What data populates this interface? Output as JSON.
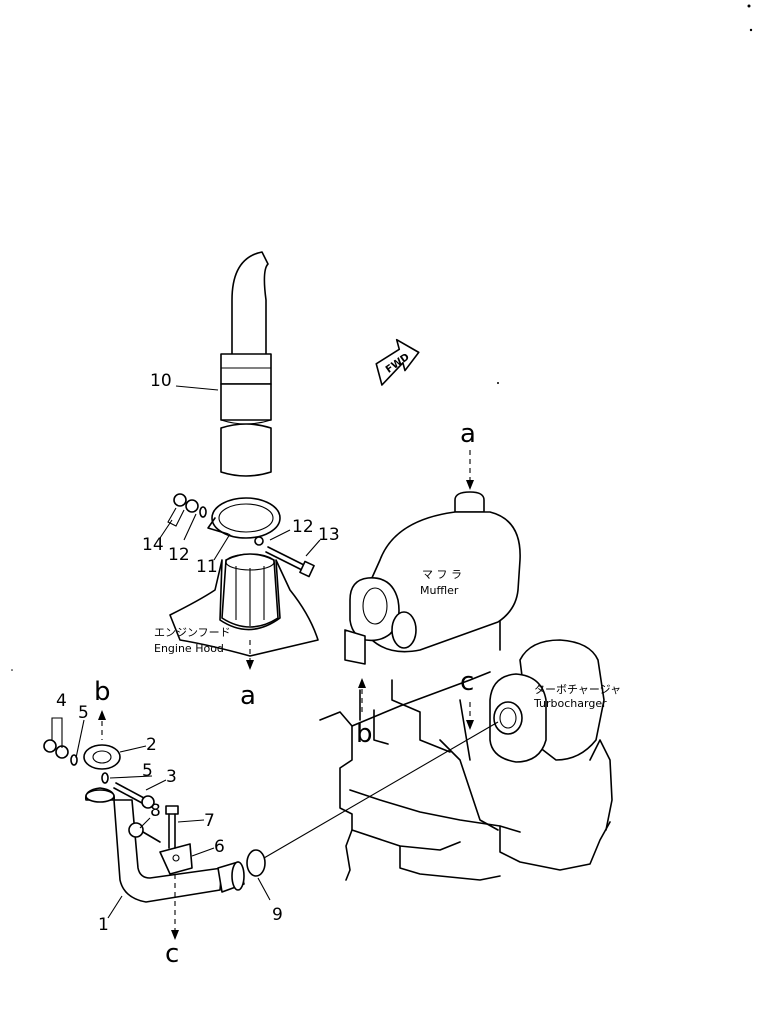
{
  "callouts": {
    "n1": "1",
    "n2": "2",
    "n3": "3",
    "n4": "4",
    "n5a": "5",
    "n5b": "5",
    "n6": "6",
    "n7": "7",
    "n8": "8",
    "n9": "9",
    "n10": "10",
    "n11": "11",
    "n12a": "12",
    "n12b": "12",
    "n13": "13",
    "n14": "14"
  },
  "connectors": {
    "a_top": "a",
    "a_bottom": "a",
    "b_upper": "b",
    "b_lower": "b",
    "c_upper": "c",
    "c_lower": "c"
  },
  "labels": {
    "muffler_jp": "マ フ ラ",
    "muffler_en": "Muffler",
    "turbo_jp": "ターボチャージャ",
    "turbo_en": "Turbocharger",
    "hood_jp": "エンジンフード",
    "hood_en": "Engine  Hood",
    "fwd": "FWD"
  }
}
